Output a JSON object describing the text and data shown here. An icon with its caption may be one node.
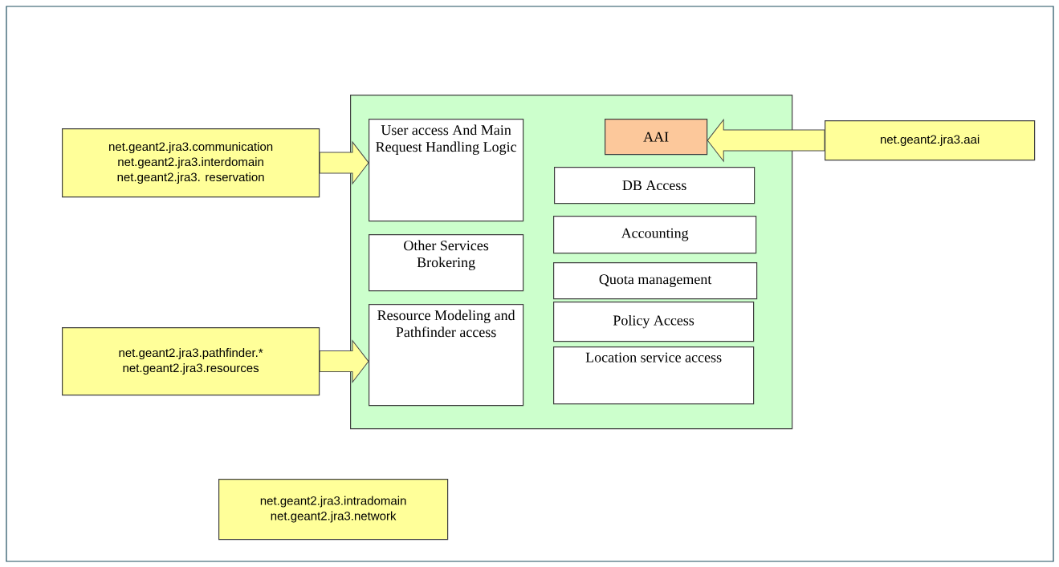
{
  "diagram": {
    "nodes": [
      {
        "text": [],
        "shape": "box"
      },
      {
        "text": [
          "User access And Main Request Handling Logic"
        ],
        "in": 0
      },
      {
        "text": [
          "Other Services Brokering"
        ],
        "in": 0
      },
      {
        "text": [
          "Resource Modeling and Pathfinder access"
        ],
        "in": 0
      },
      {
        "text": [
          "AAI"
        ],
        "in": 0
      },
      {
        "text": [
          "DB Access"
        ],
        "in": 0
      },
      {
        "text": [
          "Accounting"
        ],
        "in": 0
      },
      {
        "text": [
          "Quota management"
        ],
        "in": 0
      },
      {
        "text": [
          "Policy Access"
        ],
        "in": 0
      },
      {
        "text": [
          "Location service access"
        ],
        "in": 0
      },
      {
        "text": [
          "net.geant2.jra3.communication",
          "net.geant2.jra3.interdomain",
          "net.geant2.jra3. reservation"
        ]
      },
      {
        "text": [
          "net.geant2.jra3.pathfinder.*",
          "net.geant2.jra3.resources"
        ]
      },
      {
        "text": [
          "net.geant2.jra3.aai"
        ]
      },
      {
        "text": [
          "net.geant2.jra3.intradomain",
          "net.geant2.jra3.network"
        ]
      }
    ],
    "edges": [
      {
        "from": 10,
        "to": 1,
        "arrow": "to"
      },
      {
        "from": 11,
        "to": 3,
        "arrow": "to"
      },
      {
        "from": 12,
        "to": 4,
        "arrow": "to"
      }
    ]
  }
}
